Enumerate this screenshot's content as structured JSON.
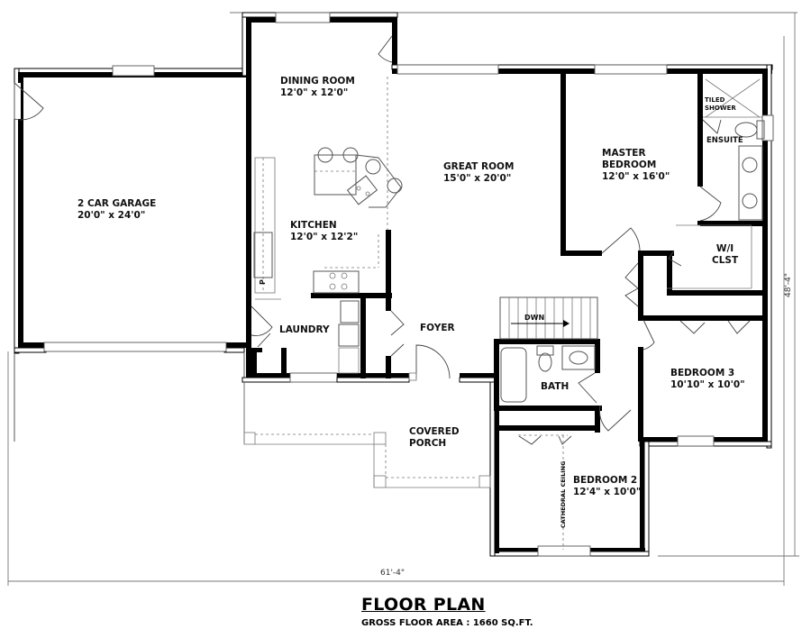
{
  "title": "FLOOR PLAN",
  "subtitle": "GROSS FLOOR AREA : 1660 SQ.FT.",
  "dimensions": {
    "overall_width": "61'-4\"",
    "overall_depth": "48'-4\""
  },
  "rooms": {
    "garage": {
      "name": "2 CAR GARAGE",
      "size": "20'0\" x 24'0\""
    },
    "dining": {
      "name": "DINING ROOM",
      "size": "12'0\" x 12'0\""
    },
    "kitchen": {
      "name": "KITCHEN",
      "size": "12'0\" x 12'2\""
    },
    "great_room": {
      "name": "GREAT ROOM",
      "size": "15'0\" x 20'0\""
    },
    "master": {
      "name_line1": "MASTER",
      "name_line2": "BEDROOM",
      "size": "12'0\" x 16'0\""
    },
    "shower": {
      "line1": "TILED",
      "line2": "SHOWER"
    },
    "ensuite": {
      "name": "ENSUITE"
    },
    "wic": {
      "line1": "W/I",
      "line2": "CLST"
    },
    "laundry": {
      "name": "LAUNDRY"
    },
    "foyer": {
      "name": "FOYER"
    },
    "bath": {
      "name": "BATH"
    },
    "bedroom3": {
      "name": "BEDROOM 3",
      "size": "10'10\" x 10'0\""
    },
    "bedroom2": {
      "name": "BEDROOM 2",
      "size": "12'4\" x 10'0\""
    },
    "porch": {
      "line1": "COVERED",
      "line2": "PORCH"
    }
  },
  "annotations": {
    "stairs": "DWN",
    "pantry": "P",
    "cathedral": "CATHEDRAL CEILING"
  }
}
